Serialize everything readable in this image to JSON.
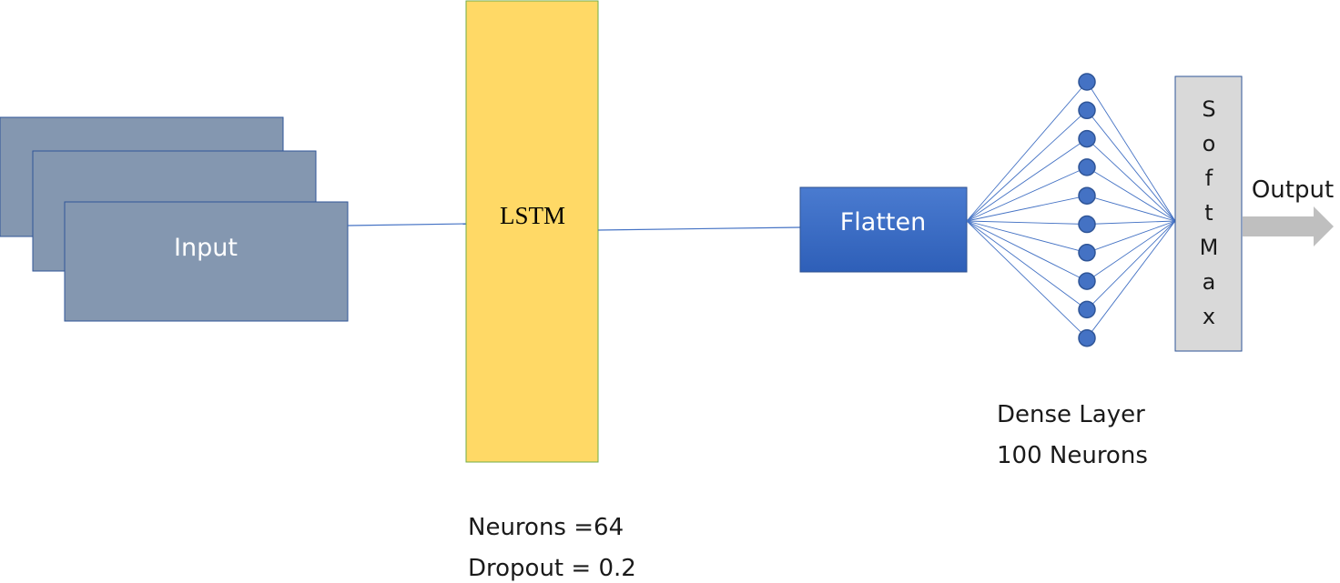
{
  "input": {
    "label": "Input"
  },
  "lstm": {
    "label": "LSTM",
    "neurons_label": "Neurons =64",
    "dropout_label": "Dropout = 0.2"
  },
  "flatten": {
    "label": "Flatten"
  },
  "dense": {
    "title": "Dense Layer",
    "neurons_label": "100 Neurons",
    "drawn_node_count": 10
  },
  "softmax": {
    "letters": [
      "S",
      "o",
      "f",
      "t",
      "M",
      "a",
      "x"
    ]
  },
  "output": {
    "label": "Output"
  },
  "colors": {
    "input_fill": "#8497b0",
    "lstm_fill": "#ffd966",
    "flatten_fill": "#4472c4",
    "softmax_fill": "#d9d9d9",
    "arrow": "#bfbfbf",
    "line": "#4472c4"
  }
}
